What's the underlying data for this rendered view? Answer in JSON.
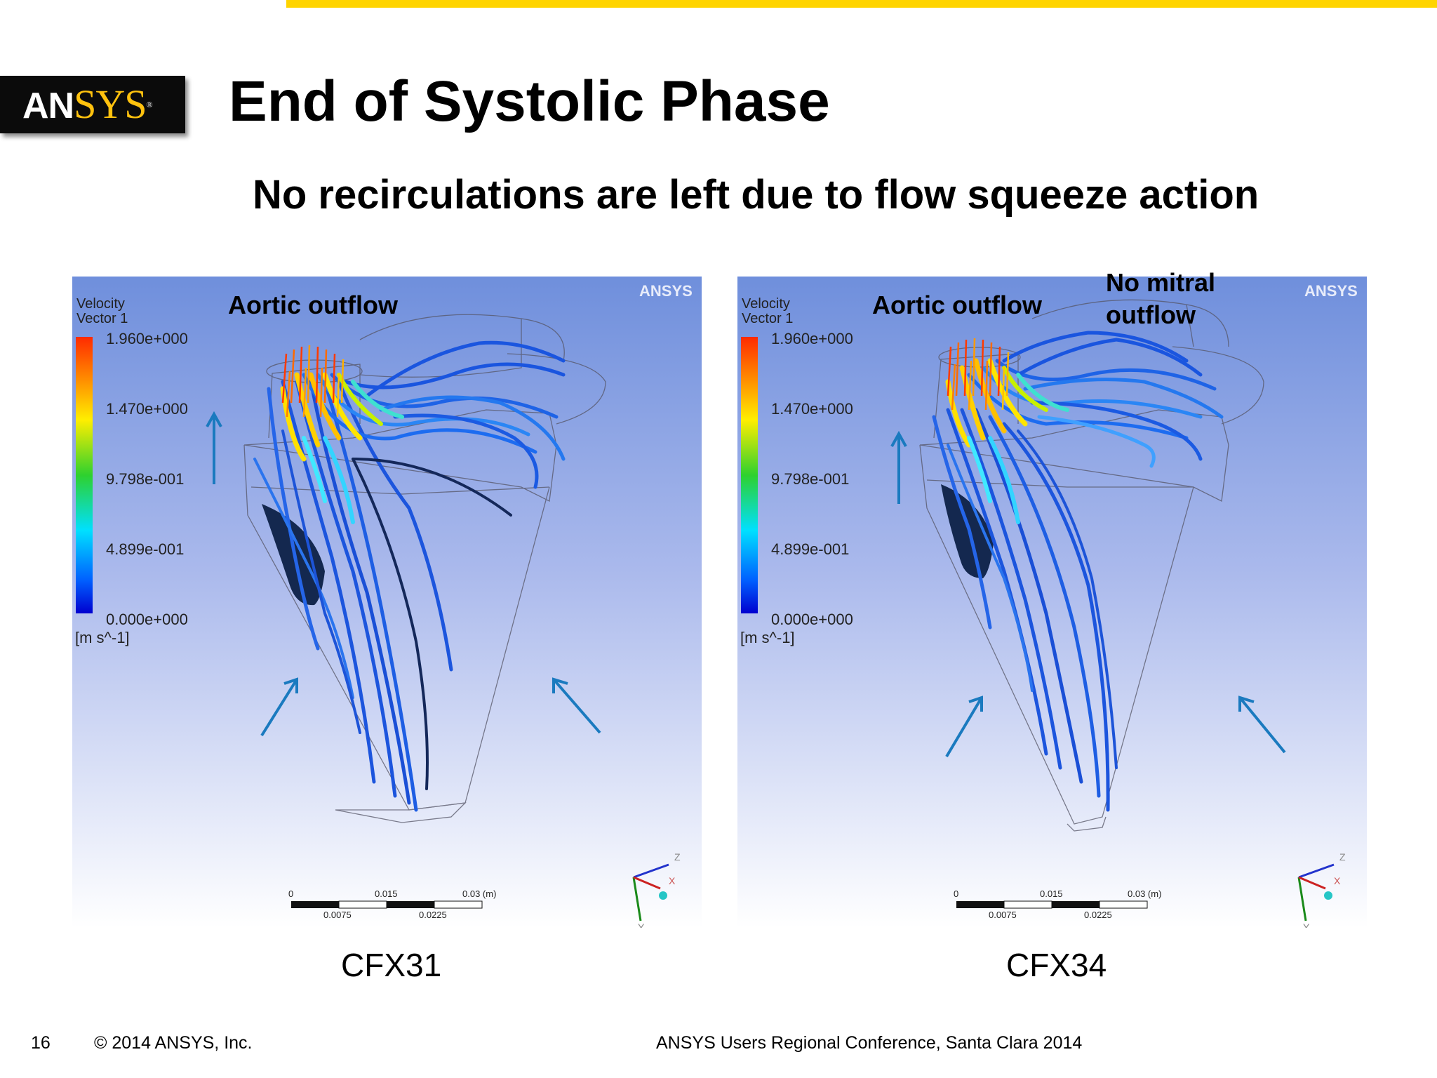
{
  "logo": {
    "an": "AN",
    "sys": "SYS",
    "reg": "®"
  },
  "title": "End of Systolic Phase",
  "subtitle": "No recirculations are left due to flow squeeze action",
  "panels": [
    {
      "caption": "CFX31",
      "watermark": "ANSYS",
      "legend_title_1": "Velocity",
      "legend_title_2": "Vector 1",
      "legend_ticks": [
        "1.960e+000",
        "1.470e+000",
        "9.798e-001",
        "4.899e-001",
        "0.000e+000"
      ],
      "legend_unit": "[m s^-1]",
      "annotation_aortic": "Aortic outflow",
      "scale_top": [
        "0",
        "0.015",
        "0.03 (m)"
      ],
      "scale_bottom": [
        "0.0075",
        "0.0225"
      ],
      "axes": [
        "Z",
        "X",
        "Y"
      ]
    },
    {
      "caption": "CFX34",
      "watermark": "ANSYS",
      "legend_title_1": "Velocity",
      "legend_title_2": "Vector 1",
      "legend_ticks": [
        "1.960e+000",
        "1.470e+000",
        "9.798e-001",
        "4.899e-001",
        "0.000e+000"
      ],
      "legend_unit": "[m s^-1]",
      "annotation_aortic": "Aortic outflow",
      "annotation_mitral_1": "No mitral",
      "annotation_mitral_2": "outflow",
      "scale_top": [
        "0",
        "0.015",
        "0.03 (m)"
      ],
      "scale_bottom": [
        "0.0075",
        "0.0225"
      ],
      "axes": [
        "Z",
        "X",
        "Y"
      ]
    }
  ],
  "footer": {
    "page": "16",
    "copyright": "© 2014 ANSYS, Inc.",
    "conference": "ANSYS Users Regional Conference, Santa Clara 2014"
  }
}
